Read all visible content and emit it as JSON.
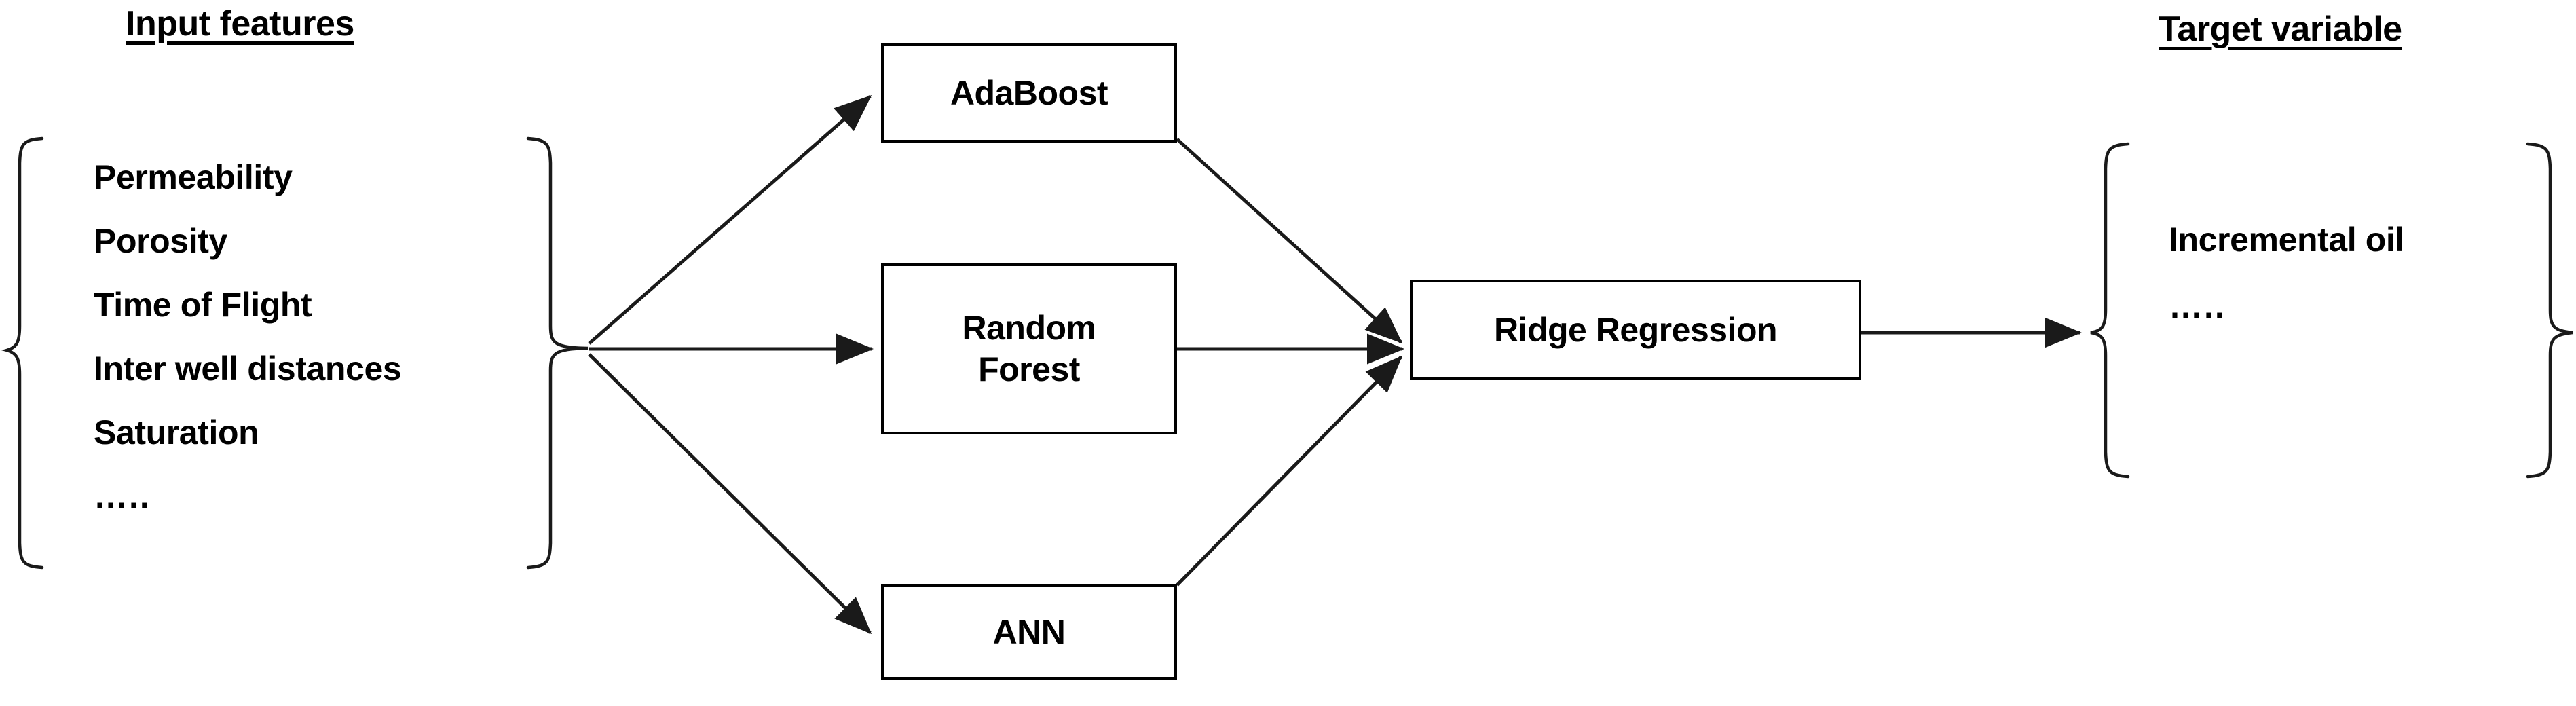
{
  "diagram": {
    "input_section": {
      "title": "Input features",
      "features": [
        "Permeability",
        "Porosity",
        "Time of Flight",
        "Inter well distances",
        "Saturation",
        "….."
      ]
    },
    "base_models": [
      {
        "id": "adaboost",
        "label": "AdaBoost"
      },
      {
        "id": "random-forest",
        "label_line1": "Random",
        "label_line2": "Forest"
      },
      {
        "id": "ann",
        "label": "ANN"
      }
    ],
    "meta_model": {
      "id": "ridge",
      "label": "Ridge Regression"
    },
    "target_section": {
      "title": "Target variable",
      "targets": [
        "Incremental oil",
        "….."
      ]
    },
    "colors": {
      "stroke": "#1a1a1a",
      "box_border": "#000000",
      "text": "#000000",
      "background": "#ffffff"
    }
  }
}
